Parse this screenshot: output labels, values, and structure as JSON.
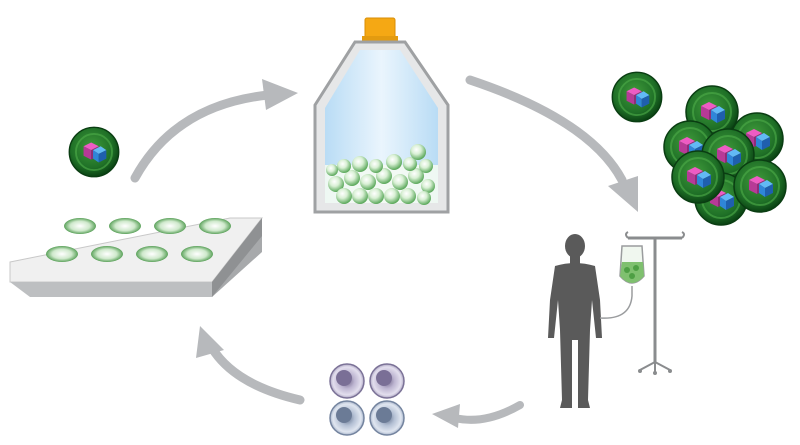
{
  "diagram": {
    "kind": "cell-therapy-cycle",
    "steps": [
      {
        "id": "culture-plate",
        "icon": "multiwell-plate-icon"
      },
      {
        "id": "culture-flask",
        "icon": "culture-flask-icon"
      },
      {
        "id": "expanded-cells",
        "icon": "modified-cell-cluster-icon"
      },
      {
        "id": "patient-infusion",
        "icon": "patient-iv-infusion-icon"
      },
      {
        "id": "isolated-cells",
        "icon": "blood-cells-icon"
      }
    ],
    "colors": {
      "arrow": "#b7b9bc",
      "cell_dark": "#0f5a1c",
      "cell_light": "#3f9a3a",
      "bead_light": "#e9f7e6",
      "bead_dark": "#6bb36a",
      "flask_fill": "#d6ecfb",
      "cap": "#f5a814",
      "silhouette": "#5a5a5a",
      "blood_cell_purple": "#8f86a9",
      "blood_cell_blue": "#8698b4"
    }
  }
}
